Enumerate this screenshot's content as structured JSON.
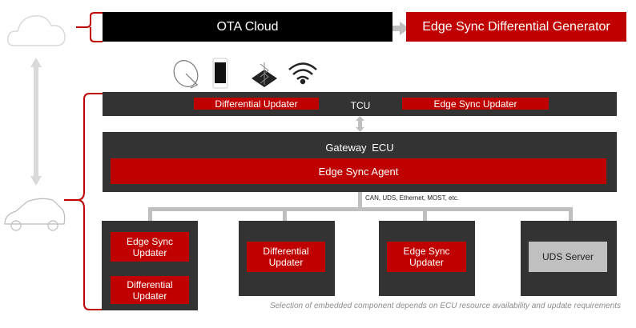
{
  "cloud": {
    "title": "OTA Cloud",
    "generator": "Edge Sync Differential Generator"
  },
  "tcu": {
    "label": "TCU",
    "left": "Differential Updater",
    "right": "Edge Sync Updater"
  },
  "gateway": {
    "label": "Gateway ECU",
    "agent": "Edge Sync Agent",
    "bus": "CAN, UDS, Ethernet, MOST, etc."
  },
  "ecus": [
    {
      "items": [
        "Edge Sync Updater",
        "Differential Updater"
      ]
    },
    {
      "items": [
        "Differential Updater"
      ]
    },
    {
      "items": [
        "Edge Sync Updater"
      ]
    },
    {
      "items": [
        "UDS Server"
      ]
    }
  ],
  "caption": "Selection of embedded component depends on ECU resource availability and update requirements",
  "colors": {
    "red": "#c00000",
    "dark": "#333333",
    "black": "#000000",
    "gray": "#bfbfbf"
  }
}
